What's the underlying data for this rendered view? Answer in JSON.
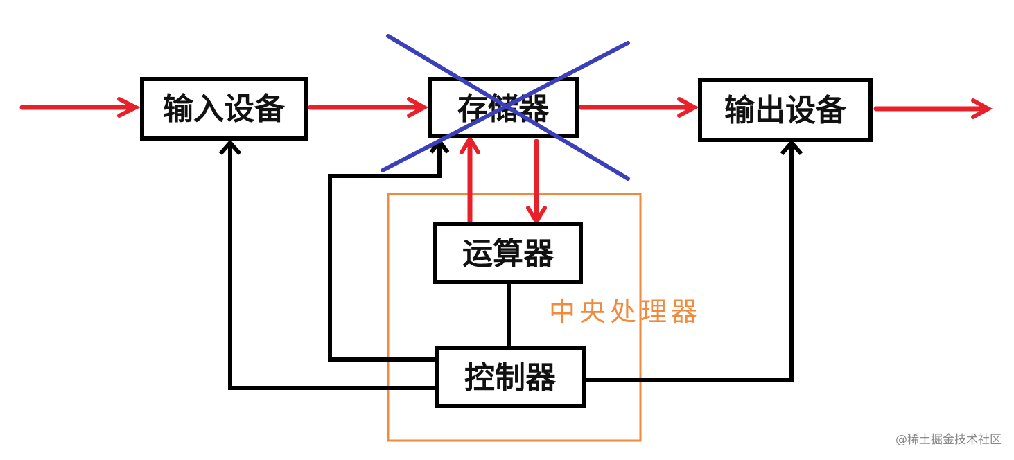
{
  "boxes": {
    "input": "输入设备",
    "memory": "存储器",
    "output": "输出设备",
    "alu": "运算器",
    "controller": "控制器"
  },
  "cpu_label": "中央处理器",
  "watermark": "@稀土掘金技术社区",
  "colors": {
    "data_flow": "#e8202a",
    "control_flow": "#000000",
    "cpu_frame": "#f08a3c",
    "cross_out": "#3b3fb8"
  }
}
